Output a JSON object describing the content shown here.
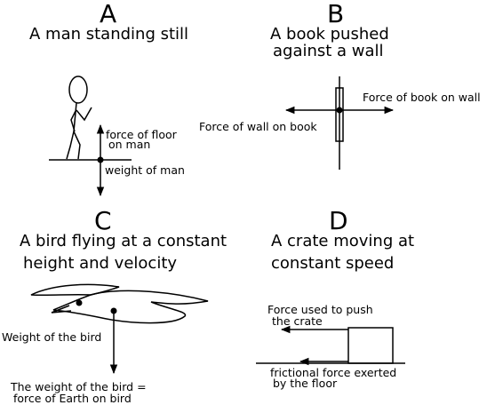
{
  "panels": {
    "a": {
      "letter": "A",
      "title": "A man standing still",
      "labels": {
        "floor_force_1": "force of floor",
        "floor_force_2": "on man",
        "weight": "weight of man"
      }
    },
    "b": {
      "letter": "B",
      "title_line1": "A book pushed",
      "title_line2": "against a wall",
      "labels": {
        "book_on_wall": "Force of book on wall",
        "wall_on_book": "Force of wall on book"
      }
    },
    "c": {
      "letter": "C",
      "title_line1": "A bird flying at a constant",
      "title_line2": "height and velocity",
      "labels": {
        "weight": "Weight of the bird",
        "note_line1": "The weight of the bird =",
        "note_line2": "force of Earth on bird"
      }
    },
    "d": {
      "letter": "D",
      "title_line1": "A crate moving at",
      "title_line2": "constant speed",
      "labels": {
        "push_1": "Force used to push",
        "push_2": "the crate",
        "friction_1": "frictional force exerted",
        "friction_2": "by the floor"
      }
    }
  }
}
